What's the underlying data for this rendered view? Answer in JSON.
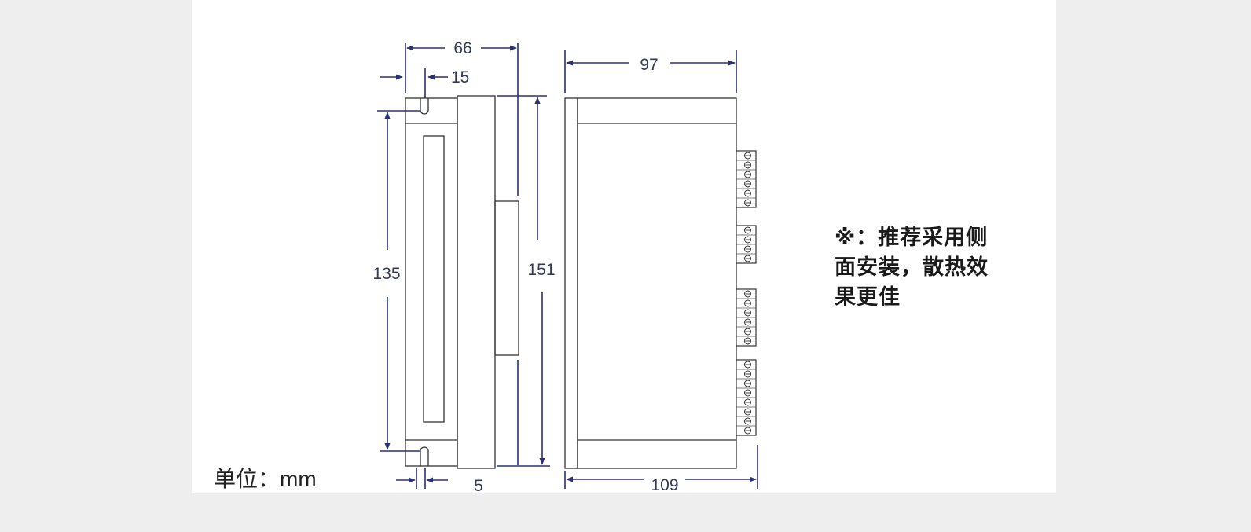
{
  "dimensions": {
    "width_66": "66",
    "notch_15": "15",
    "height_135": "135",
    "height_151": "151",
    "offset_5": "5",
    "depth_97": "97",
    "depth_109": "109"
  },
  "unit_label": "单位：mm",
  "note": {
    "line1": "※：推荐采用侧",
    "line2": "面安装，散热效",
    "line3": "果更佳"
  },
  "colors": {
    "background": "#eeeeee",
    "panel": "#ffffff",
    "outline": "#333333",
    "dimension_line": "#2a3275"
  }
}
